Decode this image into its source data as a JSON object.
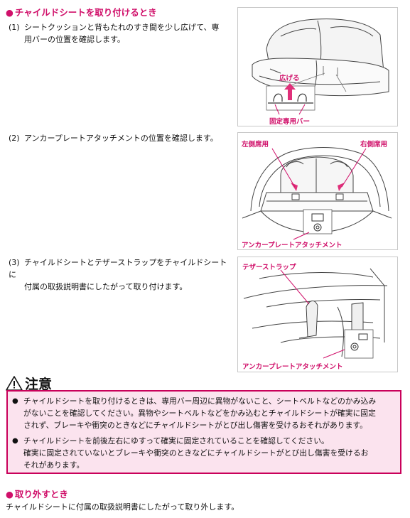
{
  "install": {
    "title": "チャイルドシートを取り付けるとき",
    "steps": [
      {
        "num": "(1)",
        "line1": "シートクッションと背もたれのすき間を少し広げて、専",
        "line2": "用バーの位置を確認します。"
      },
      {
        "num": "(2)",
        "line1": "アンカープレートアタッチメントの位置を確認します。",
        "line2": ""
      },
      {
        "num": "(3)",
        "line1": "チャイルドシートとテザーストラップをチャイルドシートに",
        "line2": "付属の取扱説明書にしたがって取り付けます。"
      }
    ]
  },
  "figures": {
    "fig1": {
      "label_widen": "広げる",
      "label_bar": "固定専用バー"
    },
    "fig2": {
      "label_left": "左側席用",
      "label_right": "右側席用",
      "label_anchor": "アンカープレートアタッチメント"
    },
    "fig3": {
      "label_tether": "テザーストラップ",
      "label_anchor": "アンカープレートアタッチメント"
    }
  },
  "caution": {
    "title": "注意",
    "items": [
      {
        "line1": "チャイルドシートを取り付けるときは、専用バー周辺に異物がないこと、シートベルトなどのかみ込み",
        "line2": "がないことを確認してください。異物やシートベルトなどをかみ込むとチャイルドシートが確実に固定",
        "line3": "されず、ブレーキや衝突のときなどにチャイルドシートがとび出し傷害を受けるおそれがあります。"
      },
      {
        "line1": "チャイルドシートを前後左右にゆすって確実に固定されていることを確認してください。",
        "line2": "確実に固定されていないとブレーキや衝突のときなどにチャイルドシートがとび出し傷害を受けるお",
        "line3": "それがあります。"
      }
    ]
  },
  "remove": {
    "title": "取り外すとき",
    "text": "チャイルドシートに付属の取扱説明書にしたがって取り外します。"
  },
  "colors": {
    "accent": "#d0106a",
    "caution_border": "#c9005a",
    "caution_bg": "#fbe3ee"
  }
}
